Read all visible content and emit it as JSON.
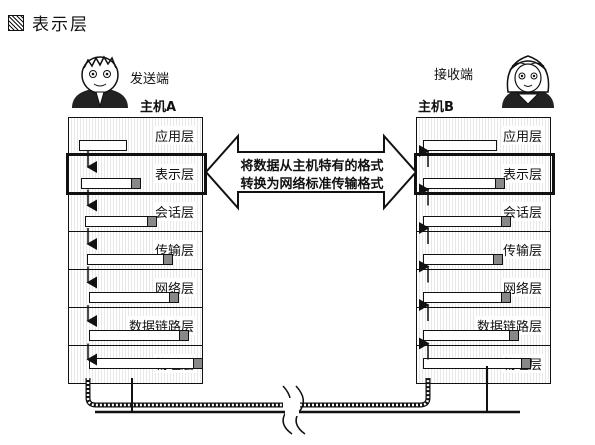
{
  "title": "表示层",
  "sender": {
    "role": "发送端",
    "host": "主机A"
  },
  "receiver": {
    "role": "接收端",
    "host": "主机B"
  },
  "layers": [
    "应用层",
    "表示层",
    "会话层",
    "传输层",
    "网络层",
    "数据链路层",
    "物理层"
  ],
  "highlighted_layer": "表示层",
  "conversion_text": [
    "将数据从主机特有的格式",
    "转换为网络标准传输格式"
  ]
}
